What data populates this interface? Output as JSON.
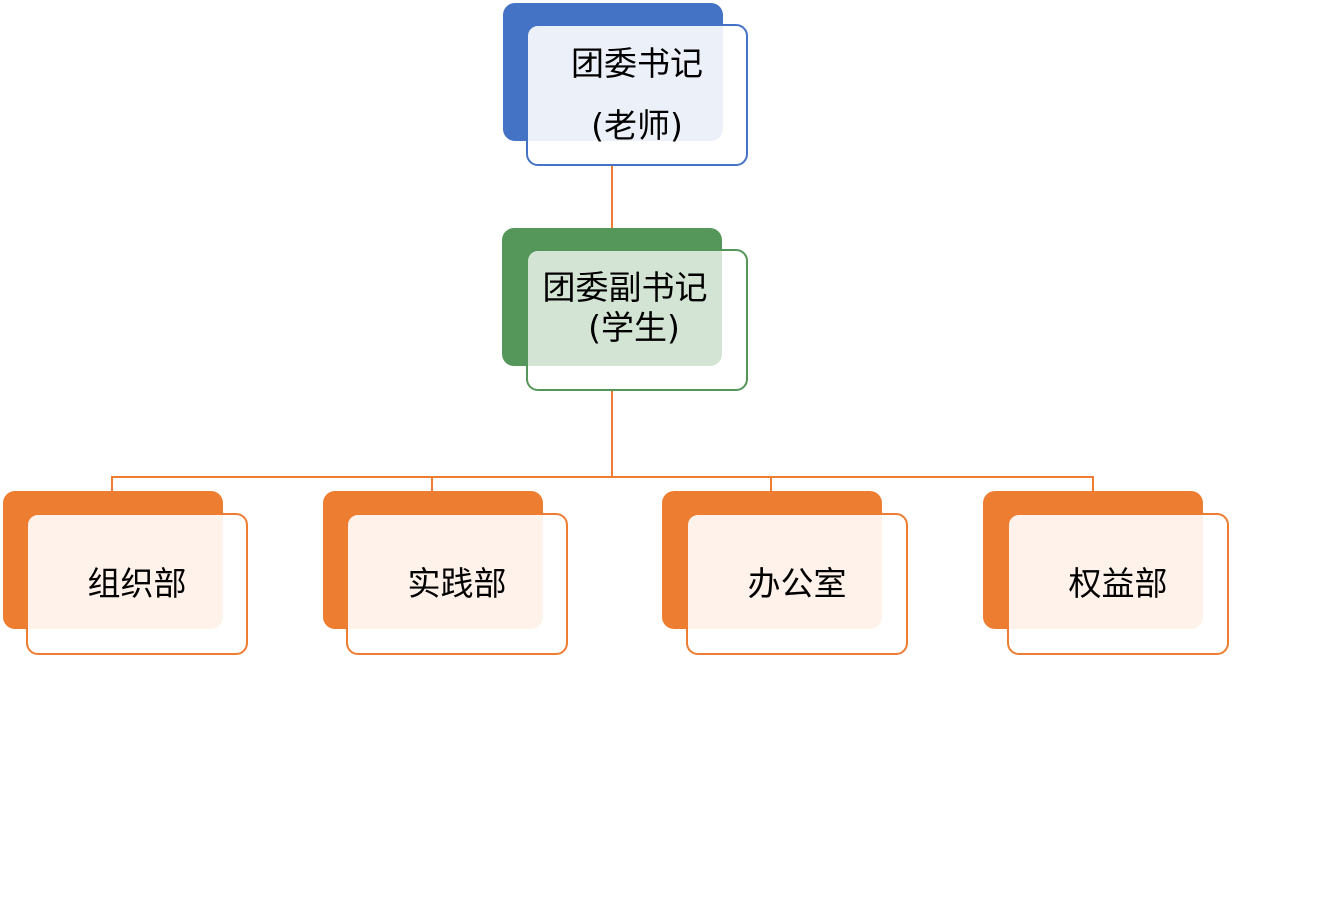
{
  "colors": {
    "level1": "#4472C4",
    "level2": "#55965A",
    "level3": "#ED7D31",
    "connector": "#ED7D31"
  },
  "nodes": {
    "secretary": {
      "line1": "团委书记",
      "line2": "(老师)"
    },
    "deputy": {
      "line1": "团委副书记",
      "line2": "(学生)"
    },
    "departments": [
      {
        "label": "组织部"
      },
      {
        "label": "实践部"
      },
      {
        "label": "办公室"
      },
      {
        "label": "权益部"
      }
    ]
  }
}
